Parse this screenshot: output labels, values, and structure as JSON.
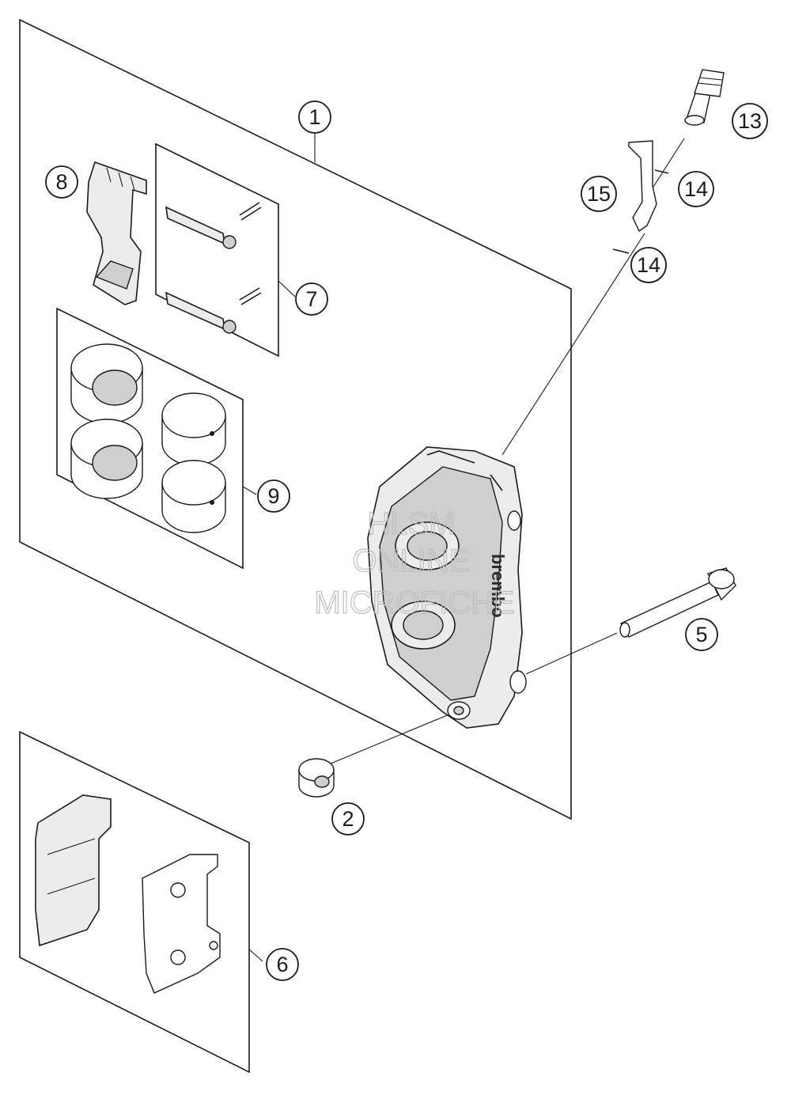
{
  "callouts": [
    {
      "id": "1",
      "label": "1"
    },
    {
      "id": "2",
      "label": "2"
    },
    {
      "id": "5",
      "label": "5"
    },
    {
      "id": "6",
      "label": "6"
    },
    {
      "id": "7",
      "label": "7"
    },
    {
      "id": "8",
      "label": "8"
    },
    {
      "id": "9",
      "label": "9"
    },
    {
      "id": "13",
      "label": "13"
    },
    {
      "id": "14a",
      "label": "14"
    },
    {
      "id": "14b",
      "label": "14"
    },
    {
      "id": "15",
      "label": "15"
    }
  ],
  "watermark": [
    "HLSM",
    "ONLINE",
    "MICROFICHE"
  ],
  "caliper_brand": "brembo"
}
